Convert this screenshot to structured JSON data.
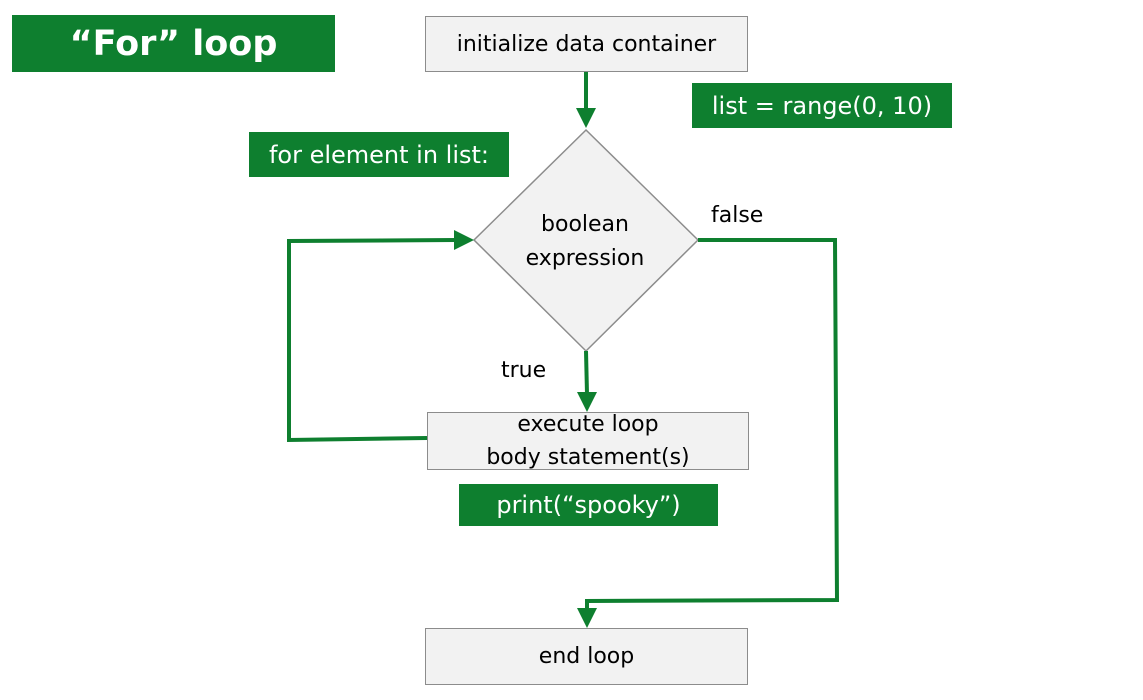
{
  "title": "“For” loop",
  "nodes": {
    "init": "initialize data container",
    "decision_line1": "boolean",
    "decision_line2": "expression",
    "body_line1": "execute loop",
    "body_line2": "body statement(s)",
    "end": "end loop"
  },
  "code_labels": {
    "list_assign": "list = range(0, 10)",
    "for_stmt": "for element in list:",
    "print_stmt": "print(“spooky”)"
  },
  "edge_labels": {
    "false": "false",
    "true": "true"
  },
  "colors": {
    "accent_green": "#0e7f2f",
    "box_fill": "#f2f2f2",
    "box_border": "#8c8c8c"
  }
}
